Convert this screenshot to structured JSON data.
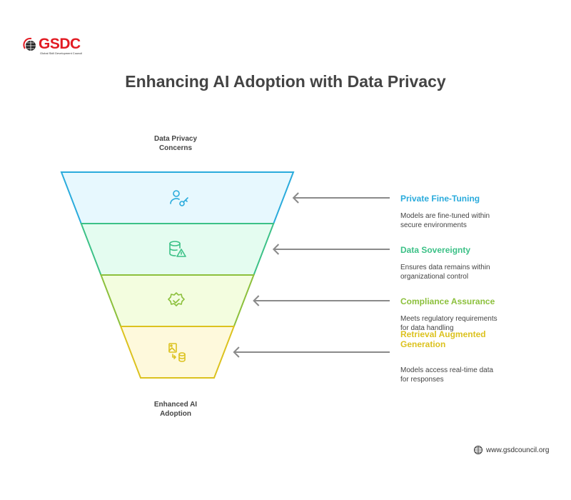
{
  "logo": {
    "name": "GSDC",
    "subtitle": "Global Skill Development Council"
  },
  "title": "Enhancing AI Adoption with Data Privacy",
  "top_caption": [
    "Data Privacy",
    "Concerns"
  ],
  "bottom_caption": [
    "Enhanced AI",
    "Adoption"
  ],
  "stages": [
    {
      "label": "Private Fine-Tuning",
      "desc": [
        "Models are fine-tuned within",
        "secure environments"
      ],
      "icon": "user-key-icon",
      "color": "#2aabdc",
      "fill": "#e7f8fe"
    },
    {
      "label": "Data Sovereignty",
      "desc": [
        "Ensures data remains within",
        "organizational control"
      ],
      "icon": "database-warning-icon",
      "color": "#3cc187",
      "fill": "#e4fcf0"
    },
    {
      "label": "Compliance Assurance",
      "desc": [
        "Meets regulatory requirements",
        "for data handling"
      ],
      "icon": "badge-check-icon",
      "color": "#8cc03c",
      "fill": "#f3fddf"
    },
    {
      "label": "Retrieval Augmented Generation",
      "desc": [
        "Models access real-time data",
        "for responses"
      ],
      "icon": "image-database-icon",
      "color": "#dcc21f",
      "fill": "#fef9dc"
    }
  ],
  "footer": {
    "website": "www.gsdcouncil.org"
  }
}
